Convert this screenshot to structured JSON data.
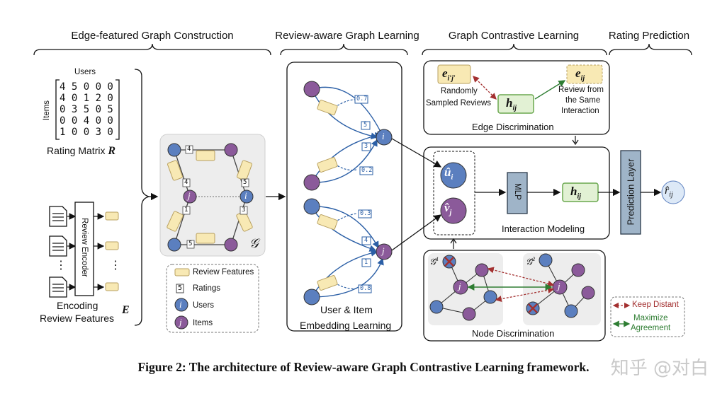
{
  "sections": {
    "edge_graph": "Edge-featured Graph Construction",
    "review_learning": "Review-aware Graph Learning",
    "contrastive": "Graph Contrastive Learning",
    "rating_pred": "Rating Prediction"
  },
  "rating_matrix": {
    "users_label": "Users",
    "items_label": "Items",
    "rows": [
      "4 5 0 0 0",
      "4 0 1 2 0",
      "0 3 5 0 5",
      "0 0 4 0 0",
      "1 0 0 3 0"
    ],
    "caption": "Rating Matrix",
    "symbol": "R"
  },
  "encoder": {
    "label": "Review Encoder",
    "dots": "⋮",
    "caption_line1": "Encoding",
    "caption_line2": "Review Features",
    "symbol": "E"
  },
  "graph_g": {
    "symbol": "𝒢",
    "ratings": [
      "4",
      "4",
      "1",
      "5",
      "5",
      "3"
    ],
    "user_glyph": "i",
    "item_glyph": "j"
  },
  "legend": {
    "review_features": "Review Features",
    "ratings": "Ratings",
    "rating_sample": "5",
    "users": "Users",
    "items": "Items"
  },
  "embedding": {
    "edge_values": [
      "0.7",
      "5",
      "3",
      "0.2",
      "0.3",
      "4",
      "1",
      "0.8"
    ],
    "caption_line1": "User & Item",
    "caption_line2": "Embedding Learning"
  },
  "edge_disc": {
    "e_neg": "e",
    "e_neg_sub": "i′j′",
    "e_pos": "e",
    "e_pos_sub": "ij",
    "h": "h",
    "h_sub": "ij",
    "neg_label_1": "Randomly",
    "neg_label_2": "Sampled Reviews",
    "pos_label_1": "Review from",
    "pos_label_2": "the Same",
    "pos_label_3": "Interaction",
    "title": "Edge Discrimination"
  },
  "interaction": {
    "u": "û",
    "u_sub": "i",
    "v": "v̂",
    "v_sub": "j",
    "mlp": "MLP",
    "h": "h",
    "h_sub": "ij",
    "title": "Interaction Modeling"
  },
  "prediction": {
    "layer": "Prediction Layer",
    "output": "r̂",
    "output_sub": "ij"
  },
  "node_disc": {
    "g1": "𝒢̂",
    "g1_sup": "1",
    "g2": "𝒢̂",
    "g2_sup": "2",
    "title": "Node Discrimination",
    "keep": "Keep Distant",
    "max1": "Maximize",
    "max2": "Agreement"
  },
  "caption": "Figure 2: The architecture of Review-aware Graph Contrastive Learning framework.",
  "watermark": "知乎 @对白",
  "colors": {
    "user_fill": "#5b7fbf",
    "item_fill": "#8b5a9a",
    "review_fill": "#f8e9b4",
    "review_stroke": "#b8a060",
    "edge_box": "#2b5fa6",
    "h_fill": "#e2f1d4",
    "h_stroke": "#6aa84f",
    "neg_arrow": "#a33030",
    "pos_arrow": "#2e7d32",
    "pred_fill": "#9fb4c8",
    "panel_gray": "#ededed"
  }
}
